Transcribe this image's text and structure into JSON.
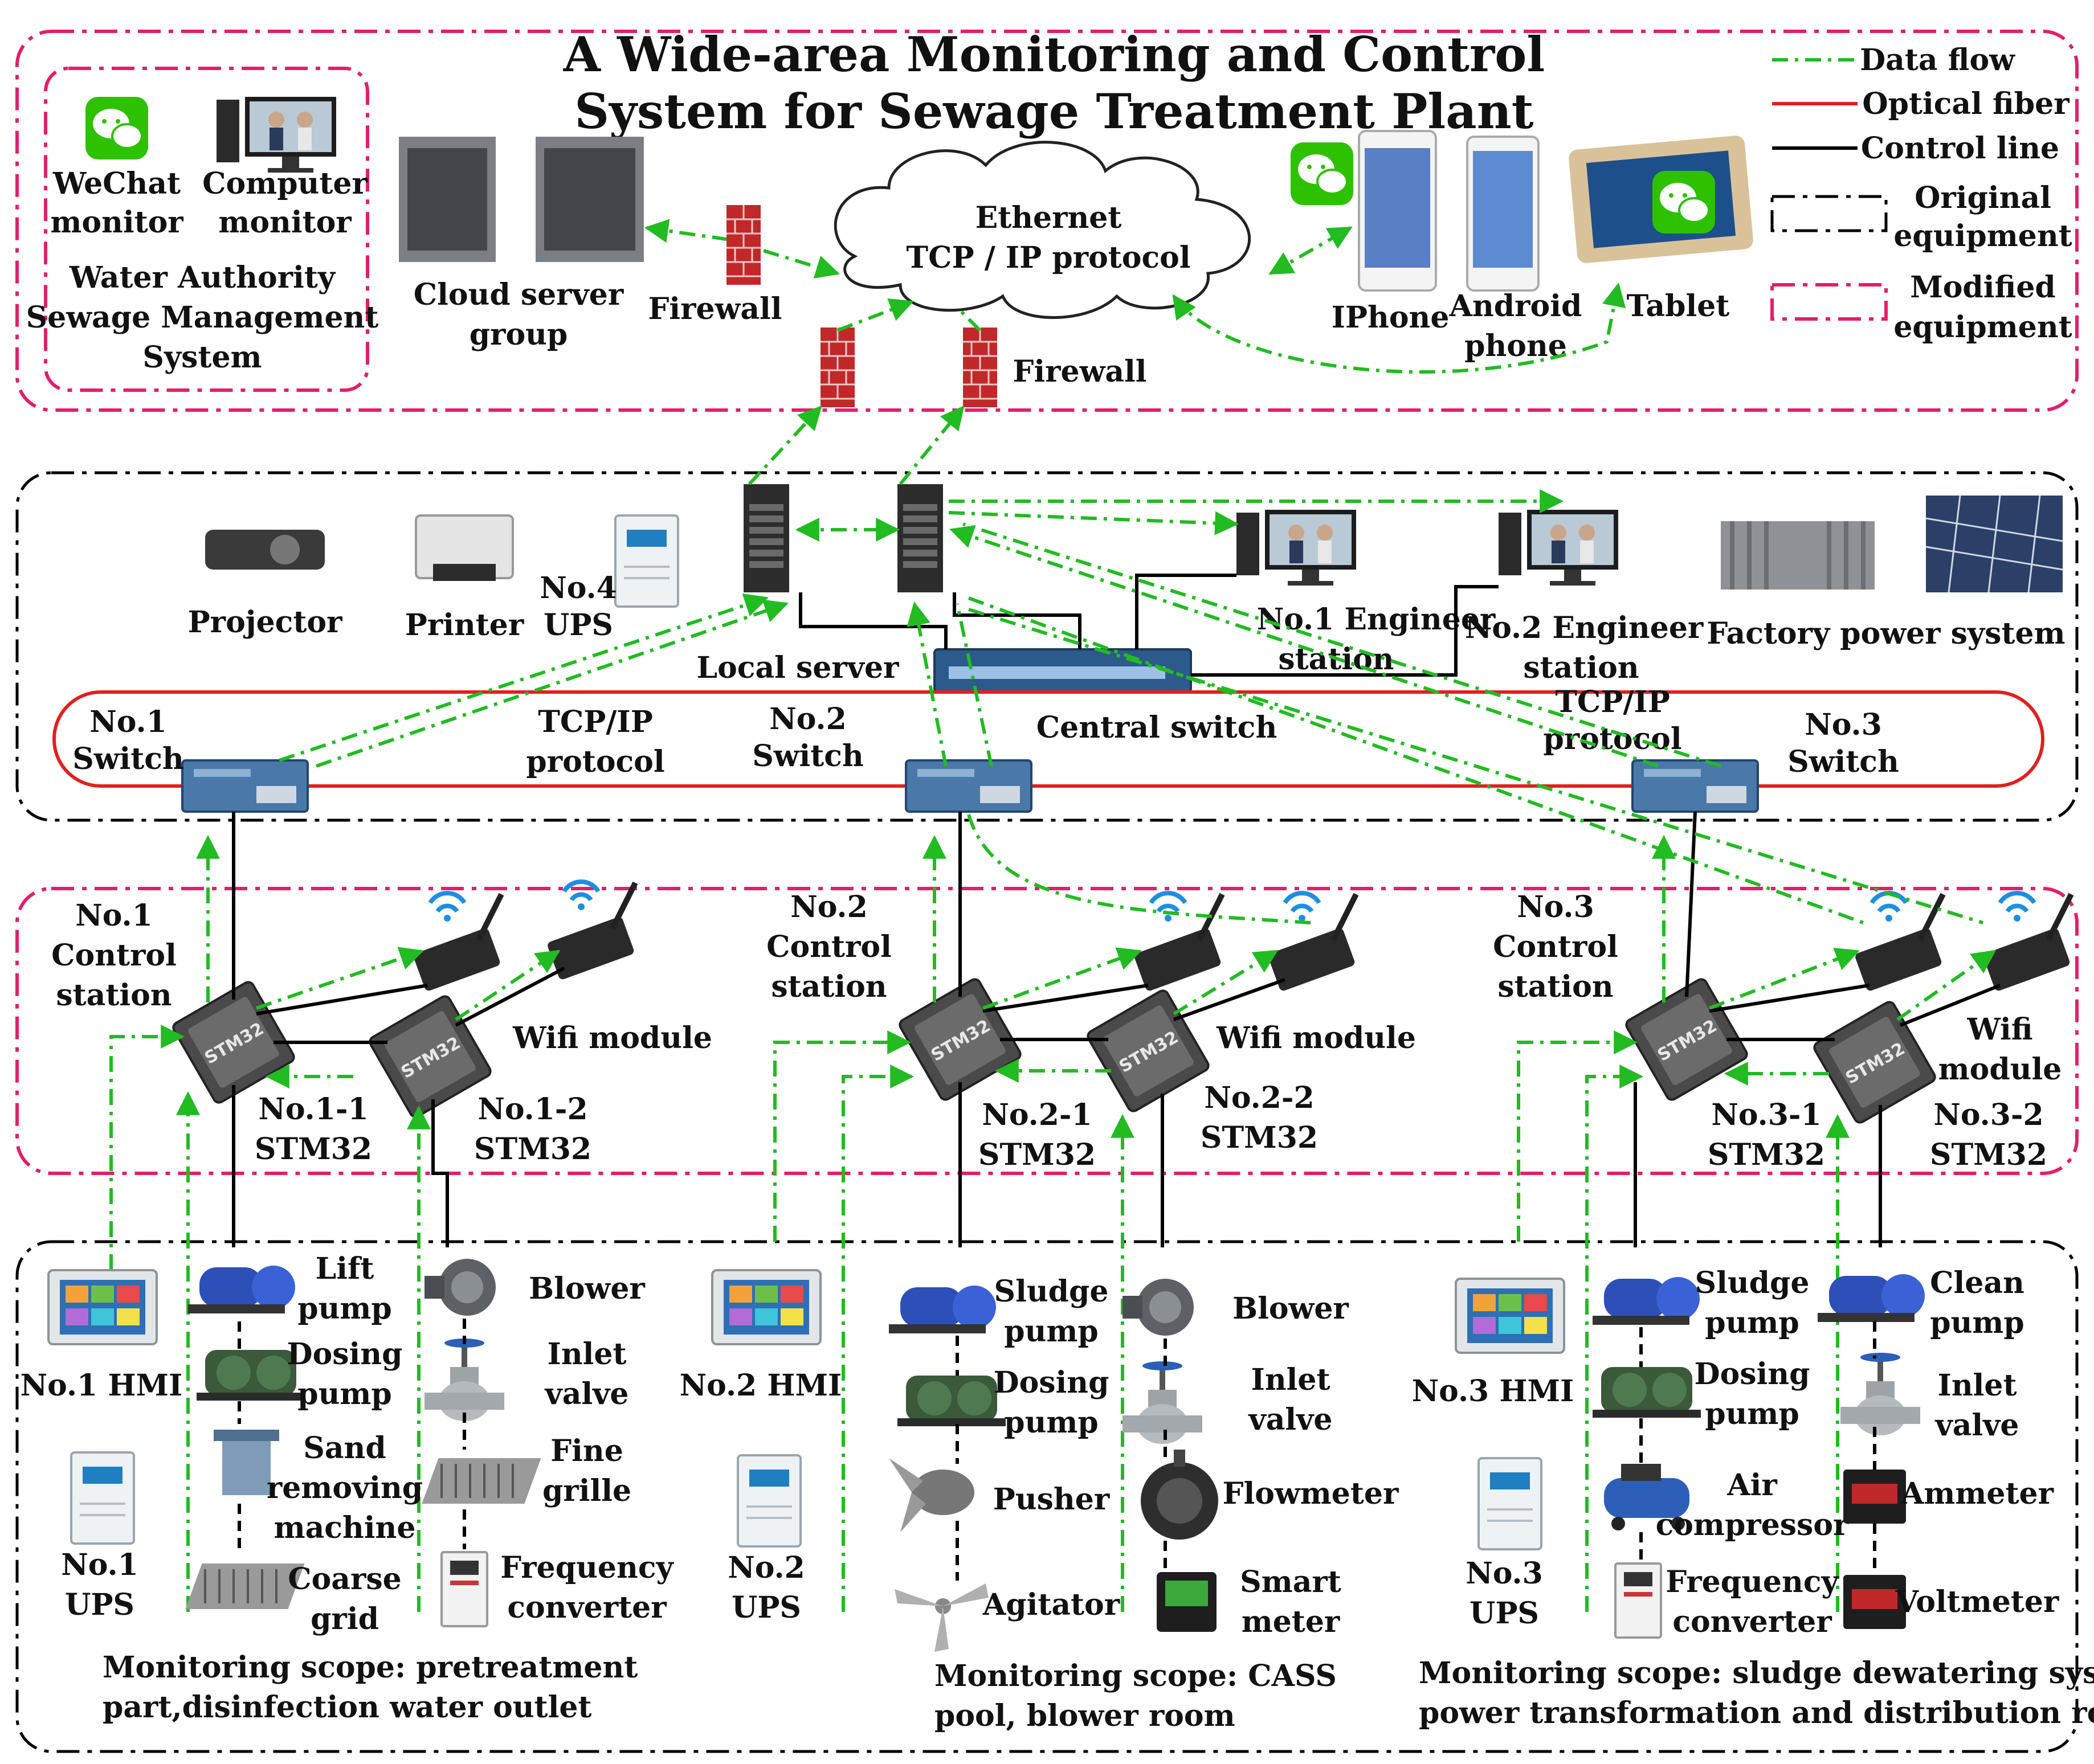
{
  "title_line1": "A Wide-area Monitoring  and Control",
  "title_line2": "System for Sewage Treatment Plant",
  "legend": {
    "data_flow": "Data flow",
    "optical_fiber": "Optical fiber",
    "control_line": "Control line",
    "original_1": "Original",
    "original_2": "equipment",
    "modified_1": "Modified",
    "modified_2": "equipment"
  },
  "top": {
    "wechat_1": "WeChat",
    "wechat_2": "monitor",
    "computer_1": "Computer",
    "computer_2": "monitor",
    "authority_1": "Water Authority",
    "authority_2": "Sewage Management",
    "authority_3": "System",
    "cloud_1": "Cloud server",
    "cloud_2": "group",
    "firewall_a": "Firewall",
    "firewall_b": "Firewall",
    "ethernet_1": "Ethernet",
    "ethernet_2": "TCP / IP protocol",
    "iphone": "IPhone",
    "android_1": "Android",
    "android_2": "phone",
    "tablet": "Tablet"
  },
  "mid": {
    "projector": "Projector",
    "printer": "Printer",
    "ups4_1": "No.4",
    "ups4_2": "UPS",
    "local_server": "Local server",
    "eng1_1": "No.1 Engineer",
    "eng1_2": "station",
    "eng2_1": "No.2  Engineer",
    "eng2_2": "station",
    "factory_power": "Factory power system",
    "central_switch": "Central switch",
    "sw1_1": "No.1",
    "sw1_2": "Switch",
    "sw2_1": "No.2",
    "sw2_2": "Switch",
    "sw3_1": "No.3",
    "sw3_2": "Switch",
    "tcp_a_1": "TCP/IP",
    "tcp_a_2": "protocol",
    "tcp_b_1": "TCP/IP",
    "tcp_b_2": "protocol"
  },
  "stations": {
    "cs1_1": "No.1",
    "cs1_2": "Control",
    "cs1_3": "station",
    "cs2_1": "No.2",
    "cs2_2": "Control",
    "cs2_3": "station",
    "cs3_1": "No.3",
    "cs3_2": "Control",
    "cs3_3": "station",
    "wifi1": "Wifi module",
    "wifi2": "Wifi module",
    "wifi3_1": "Wifi",
    "wifi3_2": "module",
    "s11_1": "No.1-1",
    "s11_2": "STM32",
    "s12_1": "No.1-2",
    "s12_2": "STM32",
    "s21_1": "No.2-1",
    "s21_2": "STM32",
    "s22_1": "No.2-2",
    "s22_2": "STM32",
    "s31_1": "No.3-1",
    "s31_2": "STM32",
    "s32_1": "No.3-2",
    "s32_2": "STM32"
  },
  "field": {
    "hmi1": "No.1 HMI",
    "hmi2": "No.2 HMI",
    "hmi3": "No.3  HMI",
    "ups1_1": "No.1",
    "ups1_2": "UPS",
    "ups2_1": "No.2",
    "ups2_2": "UPS",
    "ups3_1": "No.3",
    "ups3_2": "UPS",
    "g1a_1": "Lift",
    "g1a_2": "pump",
    "g1b_1": "Dosing",
    "g1b_2": "pump",
    "g1c_1": "Sand",
    "g1c_2": "removing",
    "g1c_3": "machine",
    "g1d_1": "Coarse",
    "g1d_2": "grid",
    "g1e": "Blower",
    "g1f_1": "Inlet",
    "g1f_2": "valve",
    "g1g_1": "Fine",
    "g1g_2": "grille",
    "g1h_1": "Frequency",
    "g1h_2": "converter",
    "g2a_1": "Sludge",
    "g2a_2": "pump",
    "g2b_1": "Dosing",
    "g2b_2": "pump",
    "g2c": "Pusher",
    "g2d": "Agitator",
    "g2e": "Blower",
    "g2f_1": "Inlet",
    "g2f_2": "valve",
    "g2g": "Flowmeter",
    "g2h_1": "Smart",
    "g2h_2": "meter",
    "g3a_1": "Sludge",
    "g3a_2": "pump",
    "g3b_1": "Dosing",
    "g3b_2": "pump",
    "g3c_1": "Air",
    "g3c_2": "compressor",
    "g3d_1": "Frequency",
    "g3d_2": "converter",
    "g3e_1": "Clean",
    "g3e_2": "pump",
    "g3f_1": "Inlet",
    "g3f_2": "valve",
    "g3g": "Ammeter",
    "g3h": "Voltmeter",
    "scope1_1": "Monitoring scope: pretreatment",
    "scope1_2": "part,disinfection water outlet",
    "scope2_1": "Monitoring scope: CASS",
    "scope2_2": "pool, blower room",
    "scope3_1": "Monitoring scope: sludge dewatering system,",
    "scope3_2": "power transformation and distribution room"
  },
  "colors": {
    "data_flow": "#22bb22",
    "optical_fiber": "#e02020",
    "control_line": "#000000",
    "modified_border": "#e0206a",
    "wechat_green": "#2dc100",
    "firewall_red": "#c0282a",
    "chip_gray": "#555555",
    "switch_blue": "#4a78a8"
  },
  "icons": [
    "wechat-icon",
    "computer-icon",
    "server-icon",
    "firewall-icon",
    "cloud-icon",
    "phone-icon",
    "tablet-icon",
    "projector-icon",
    "printer-icon",
    "ups-icon",
    "switch-icon",
    "chip-icon",
    "wifi-module-icon",
    "hmi-icon",
    "pump-icon",
    "blower-icon",
    "valve-icon",
    "grid-icon",
    "converter-icon",
    "pusher-icon",
    "agitator-icon",
    "flowmeter-icon",
    "meter-icon",
    "compressor-icon",
    "transformer-icon",
    "solar-panel-icon"
  ]
}
